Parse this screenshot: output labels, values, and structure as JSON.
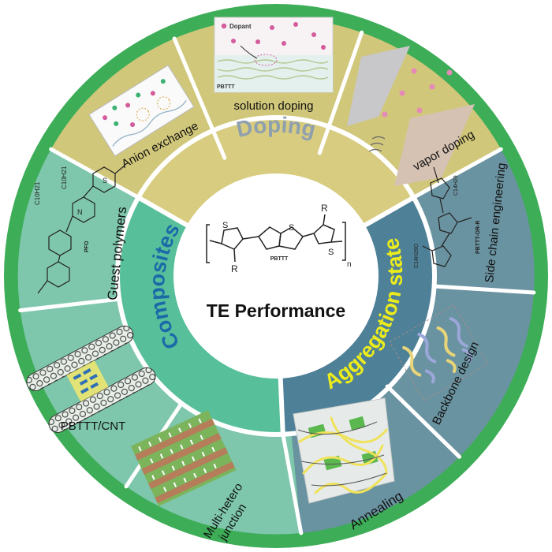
{
  "center": {
    "title": "TE Performance",
    "polymer_label": "PBTTT",
    "repeat_n": "n",
    "atom_S": "S",
    "group_R": "R"
  },
  "categories": {
    "doping": "Doping",
    "composites": "Composites",
    "aggregation": "Aggregation state"
  },
  "segments": {
    "solution_doping": "solution doping",
    "vapor_doping": "vapor doping",
    "anion_exchange": "Anion exchange",
    "side_chain_engineering": "Side chain engineering",
    "backbone_design": "Backbone design",
    "annealing": "Annealing",
    "multi_hetero_1": "Multi-hetero",
    "multi_hetero_2": "junction",
    "pbttt_cnt": "PBTTT/CNT",
    "guest_polymers": "Guest polymers"
  },
  "inset_labels": {
    "dopant": "Dopant",
    "pbttt": "PBTTT",
    "pfo": "PFO",
    "pbttt_or_r": "PBTTT-OR-R",
    "c10h21": "C10H21",
    "c14h29o": "C14H29O",
    "c14h29": "C14H29",
    "atom_N": "N",
    "atom_S": "S"
  },
  "colors": {
    "outer_ring": "#3dad57",
    "doping_fill": "#d1c77a",
    "doping_inner": "#d7cc7f",
    "doping_text": "#8e9fae",
    "composites_fill": "#7ec7ad",
    "composites_inner": "#58bf9b",
    "composites_text": "#1a6aa8",
    "aggregation_fill": "#6a93a1",
    "aggregation_inner": "#4e8097",
    "aggregation_text": "#ecec1c",
    "divider": "#ffffff",
    "center_fill": "#ffffff"
  }
}
